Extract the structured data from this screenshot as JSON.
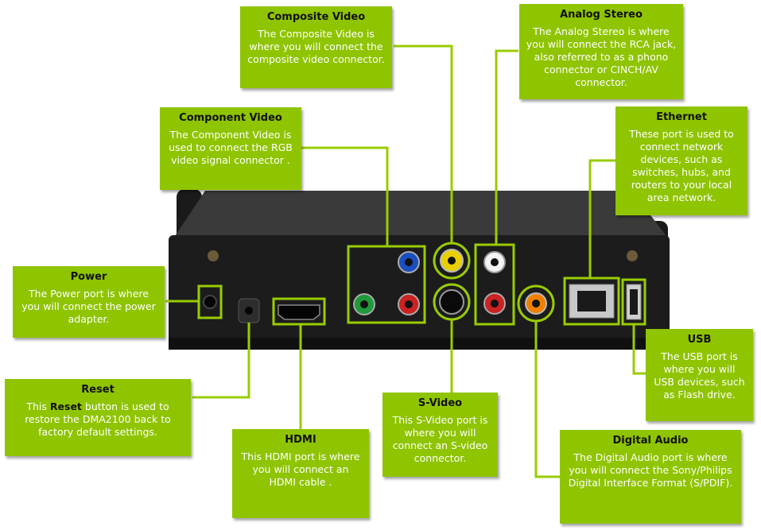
{
  "callouts": {
    "composite": {
      "title": "Composite Video",
      "desc": "The Composite Video is where you will connect the composite video connector."
    },
    "analog": {
      "title": "Analog Stereo",
      "desc": "The Analog Stereo is where you will connect the RCA jack, also referred to as a phono connector or CINCH/AV connector."
    },
    "component": {
      "title": "Component Video",
      "desc": "The Component Video is used to connect the RGB video signal connector ."
    },
    "ethernet": {
      "title": "Ethernet",
      "desc": "These port is used to connect network devices, such as switches, hubs, and routers to your local area network."
    },
    "power": {
      "title": "Power",
      "desc": "The Power port is where you will connect the power adapter."
    },
    "usb": {
      "title": "USB",
      "desc": "The USB port is where you will USB devices, such as Flash drive."
    },
    "reset": {
      "title": "Reset",
      "desc_before": "This ",
      "desc_bold": "Reset",
      "desc_after": " button is used to restore the DMA2100 back to factory default settings."
    },
    "svideo": {
      "title": "S-Video",
      "desc": "This S-Video port is where you will connect an S-video connector."
    },
    "hdmi": {
      "title": "HDMI",
      "desc": "This HDMI port is where you will connect an HDMI cable ."
    },
    "digital": {
      "title": "Digital Audio",
      "desc": "The Digital Audio port is where you will connect the Sony/Philips Digital Interface Format (S/PDIF)."
    }
  },
  "colors": {
    "callout_bg": "#8fc400",
    "highlight": "#99cc00",
    "device_body": "#1c1c1c"
  }
}
